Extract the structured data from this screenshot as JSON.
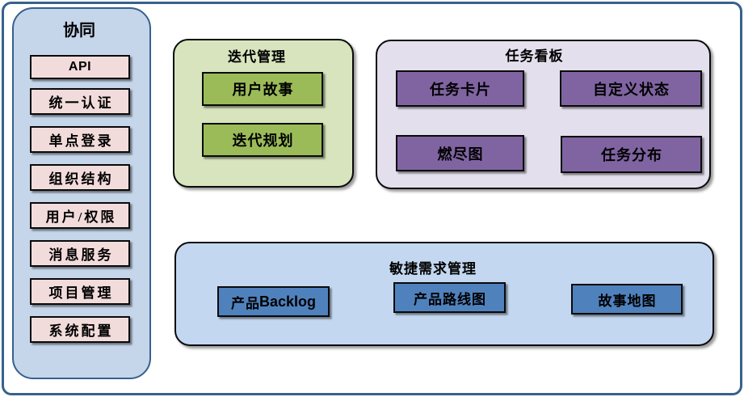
{
  "diagram": {
    "type": "feature-architecture-diagram",
    "colors": {
      "frame_border": "#36618e",
      "sidebar_fill": "#c5d5ea",
      "sidebar_item_fill": "#f2dcdb",
      "iteration_group_fill": "#d7e4bd",
      "iteration_item_fill": "#9bbb59",
      "kanban_group_fill": "#e4dfec",
      "kanban_item_fill": "#8064a2",
      "agile_group_fill": "#c3d7f0",
      "agile_item_fill": "#4f81bd",
      "box_border": "#0a0a0a",
      "text": "#000000"
    }
  },
  "sidebar": {
    "title": "协同",
    "items": [
      {
        "label": "API"
      },
      {
        "label": "统一认证"
      },
      {
        "label": "单点登录"
      },
      {
        "label": "组织结构"
      },
      {
        "label": "用户/权限"
      },
      {
        "label": "消息服务"
      },
      {
        "label": "项目管理"
      },
      {
        "label": "系统配置"
      }
    ]
  },
  "groups": {
    "iteration": {
      "title": "迭代管理",
      "items": [
        {
          "label": "用户故事"
        },
        {
          "label": "迭代规划"
        }
      ]
    },
    "kanban": {
      "title": "任务看板",
      "items": [
        {
          "label": "任务卡片"
        },
        {
          "label": "自定义状态"
        },
        {
          "label": "燃尽图"
        },
        {
          "label": "任务分布"
        }
      ]
    },
    "agile": {
      "title": "敏捷需求管理",
      "items": [
        {
          "label_cjk": "产品",
          "label_latin": "Backlog"
        },
        {
          "label": "产品路线图"
        },
        {
          "label": "故事地图"
        }
      ]
    }
  }
}
